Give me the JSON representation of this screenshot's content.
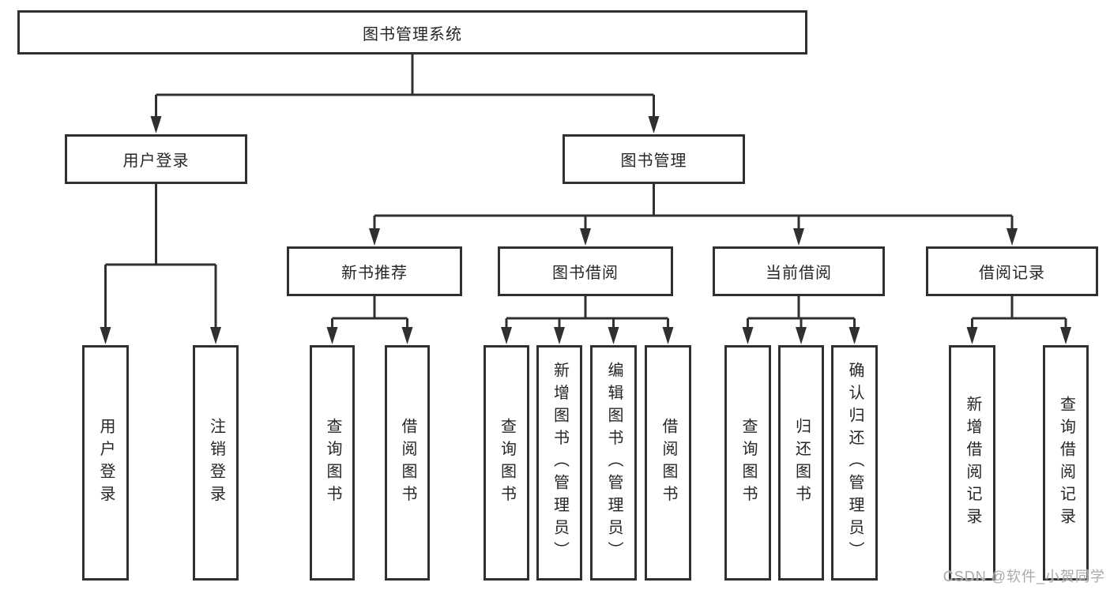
{
  "diagram": {
    "title": "图书管理系统",
    "nodes": {
      "root": {
        "label": "图书管理系统"
      },
      "userLogin": {
        "label": "用户登录"
      },
      "bookMgmt": {
        "label": "图书管理"
      },
      "newBook": {
        "label": "新书推荐"
      },
      "bookBorrow": {
        "label": "图书借阅"
      },
      "currentBorrow": {
        "label": "当前借阅"
      },
      "borrowRecord": {
        "label": "借阅记录"
      },
      "leafUserLogin": {
        "label": "用户登录"
      },
      "leafLogout": {
        "label": "注销登录"
      },
      "leafQueryBook1": {
        "label": "查询图书"
      },
      "leafBorrowBook1": {
        "label": "借阅图书"
      },
      "leafQueryBook2": {
        "label": "查询图书"
      },
      "leafAddBook": {
        "label": "新增图书（管理员）"
      },
      "leafEditBook": {
        "label": "编辑图书（管理员）"
      },
      "leafBorrowBook2": {
        "label": "借阅图书"
      },
      "leafQueryBook3": {
        "label": "查询图书"
      },
      "leafReturnBook": {
        "label": "归还图书"
      },
      "leafConfirmReturn": {
        "label": "确认归还（管理员）"
      },
      "leafAddRecord": {
        "label": "新增借阅记录"
      },
      "leafQueryRecord": {
        "label": "查询借阅记录"
      }
    },
    "colors": {
      "line": "#303030",
      "text": "#262626",
      "background": "#ffffff",
      "watermark": "#a9a9a9"
    }
  },
  "watermark": {
    "text": "CSDN @软件_小贺同学"
  }
}
